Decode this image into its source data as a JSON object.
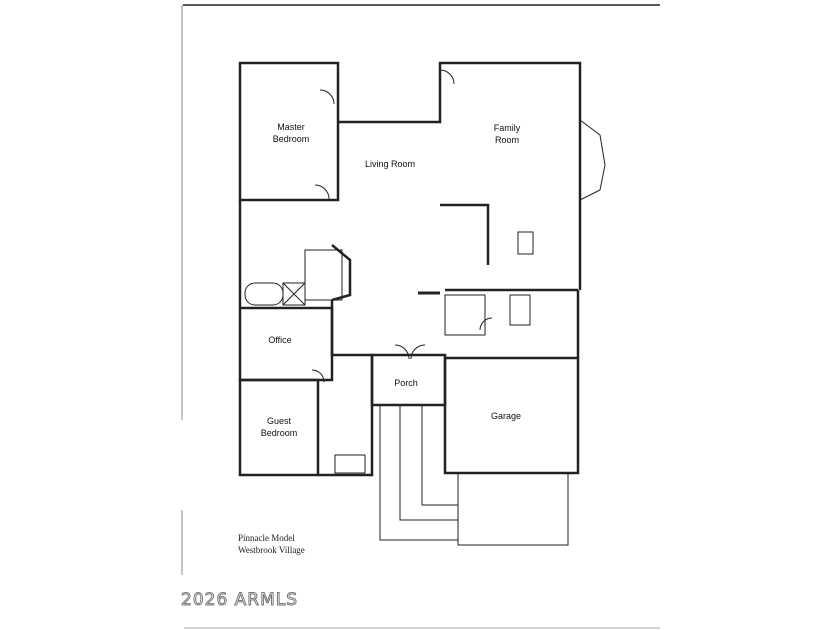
{
  "rooms": {
    "master_bedroom": [
      "Master",
      "Bedroom"
    ],
    "living_room": "Living Room",
    "family_room": [
      "Family",
      "Room"
    ],
    "office": "Office",
    "guest_bedroom": [
      "Guest",
      "Bedroom"
    ],
    "porch": "Porch",
    "garage": "Garage"
  },
  "caption": {
    "model": "Pinnacle Model",
    "village": "Westbrook Village"
  },
  "watermark": "2026 ARMLS"
}
